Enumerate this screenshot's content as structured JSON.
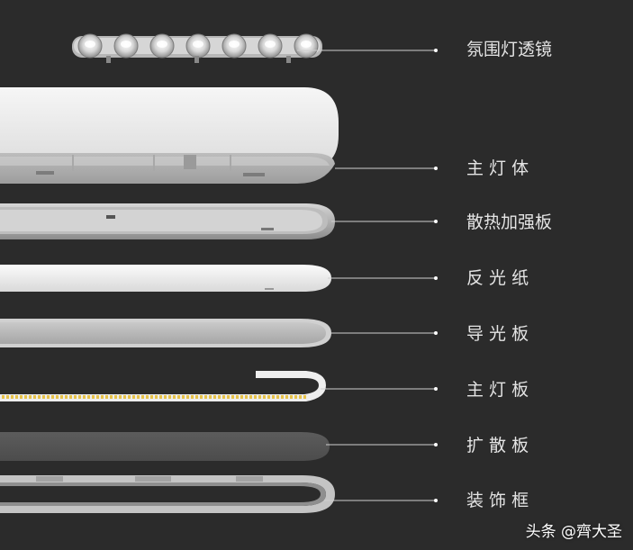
{
  "colors": {
    "background": "#2b2b2b",
    "label_text": "#e4e4e4",
    "leader_line": "#cfcfcf",
    "led_amber": "#e6c24a"
  },
  "parts": [
    {
      "id": "ambient-lens",
      "label": "氛围灯透镜",
      "icon": "lens-strip"
    },
    {
      "id": "main-body",
      "label": "主 灯 体",
      "icon": "housing"
    },
    {
      "id": "heatsink-plate",
      "label": "散热加强板",
      "icon": "heatsink"
    },
    {
      "id": "reflector-paper",
      "label": "反 光 纸",
      "icon": "reflector"
    },
    {
      "id": "light-guide-plate",
      "label": "导 光 板",
      "icon": "light-guide"
    },
    {
      "id": "led-board",
      "label": "主 灯 板",
      "icon": "led-strip"
    },
    {
      "id": "diffuser-plate",
      "label": "扩 散 板",
      "icon": "diffuser"
    },
    {
      "id": "decor-frame",
      "label": "装 饰 框",
      "icon": "frame"
    }
  ],
  "watermark": {
    "text": "头条 @齊大圣"
  }
}
